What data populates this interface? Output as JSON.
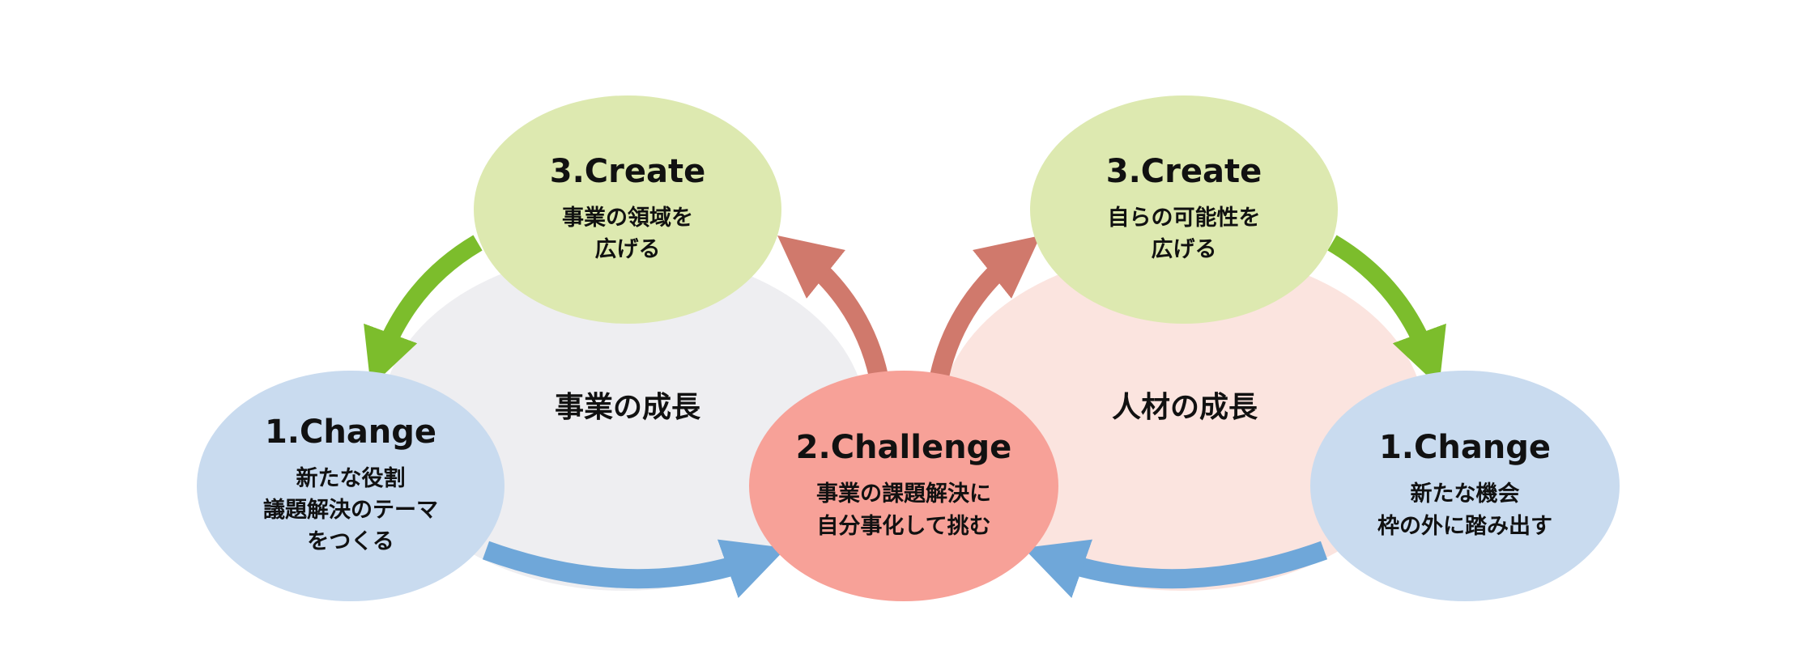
{
  "colors": {
    "create_fill": "#dde9b0",
    "change_fill": "#c9dbef",
    "challenge_fill": "#f7a198",
    "left_cycle_bg": "#eeeef1",
    "right_cycle_bg": "#fbe4df",
    "arrow_green": "#7cbd2c",
    "arrow_blue": "#6fa7d9",
    "arrow_red": "#d0796c"
  },
  "left_cycle": {
    "label": "事業の成長",
    "create": {
      "title": "3.Create",
      "desc": "事業の領域を\n広げる"
    },
    "change": {
      "title": "1.Change",
      "desc": "新たな役割\n議題解決のテーマ\nをつくる"
    }
  },
  "challenge": {
    "title": "2.Challenge",
    "desc": "事業の課題解決に\n自分事化して挑む"
  },
  "right_cycle": {
    "label": "人材の成長",
    "create": {
      "title": "3.Create",
      "desc": "自らの可能性を\n広げる"
    },
    "change": {
      "title": "1.Change",
      "desc": "新たな機会\n枠の外に踏み出す"
    }
  }
}
